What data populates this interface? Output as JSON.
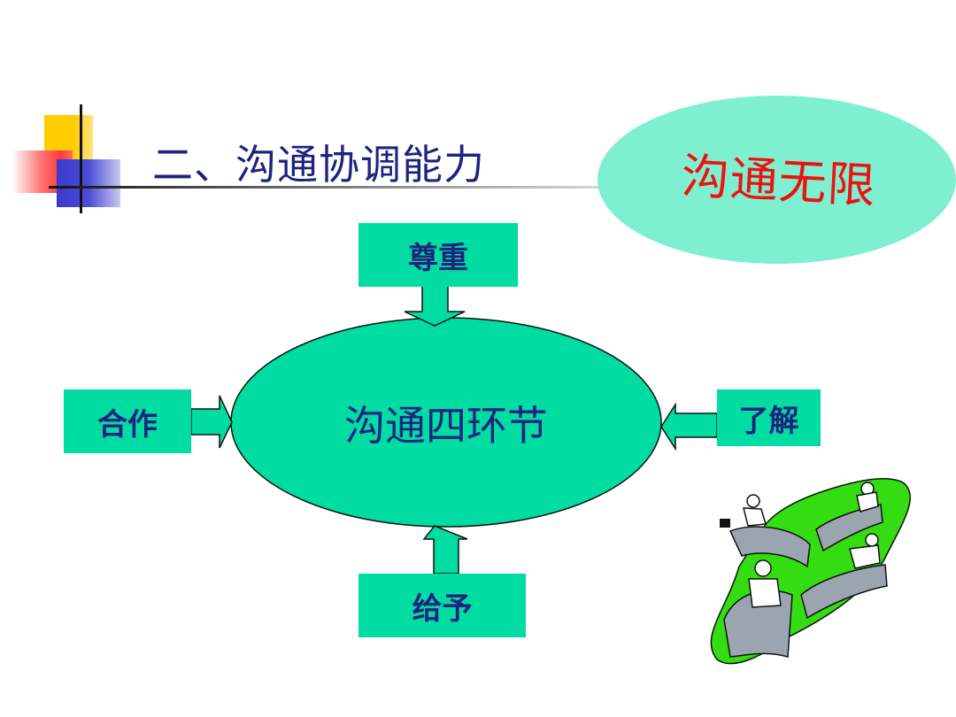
{
  "slide": {
    "title": "二、沟通协调能力",
    "badge_text": "沟通无限"
  },
  "diagram": {
    "center": "沟通四环节",
    "top": "尊重",
    "left": "合作",
    "right": "了解",
    "bottom": "给予"
  },
  "colors": {
    "accent_green": "#00dca2",
    "badge_fill": "#7ef0cf",
    "title_navy": "#1f2380",
    "badge_red": "#ee1111"
  }
}
